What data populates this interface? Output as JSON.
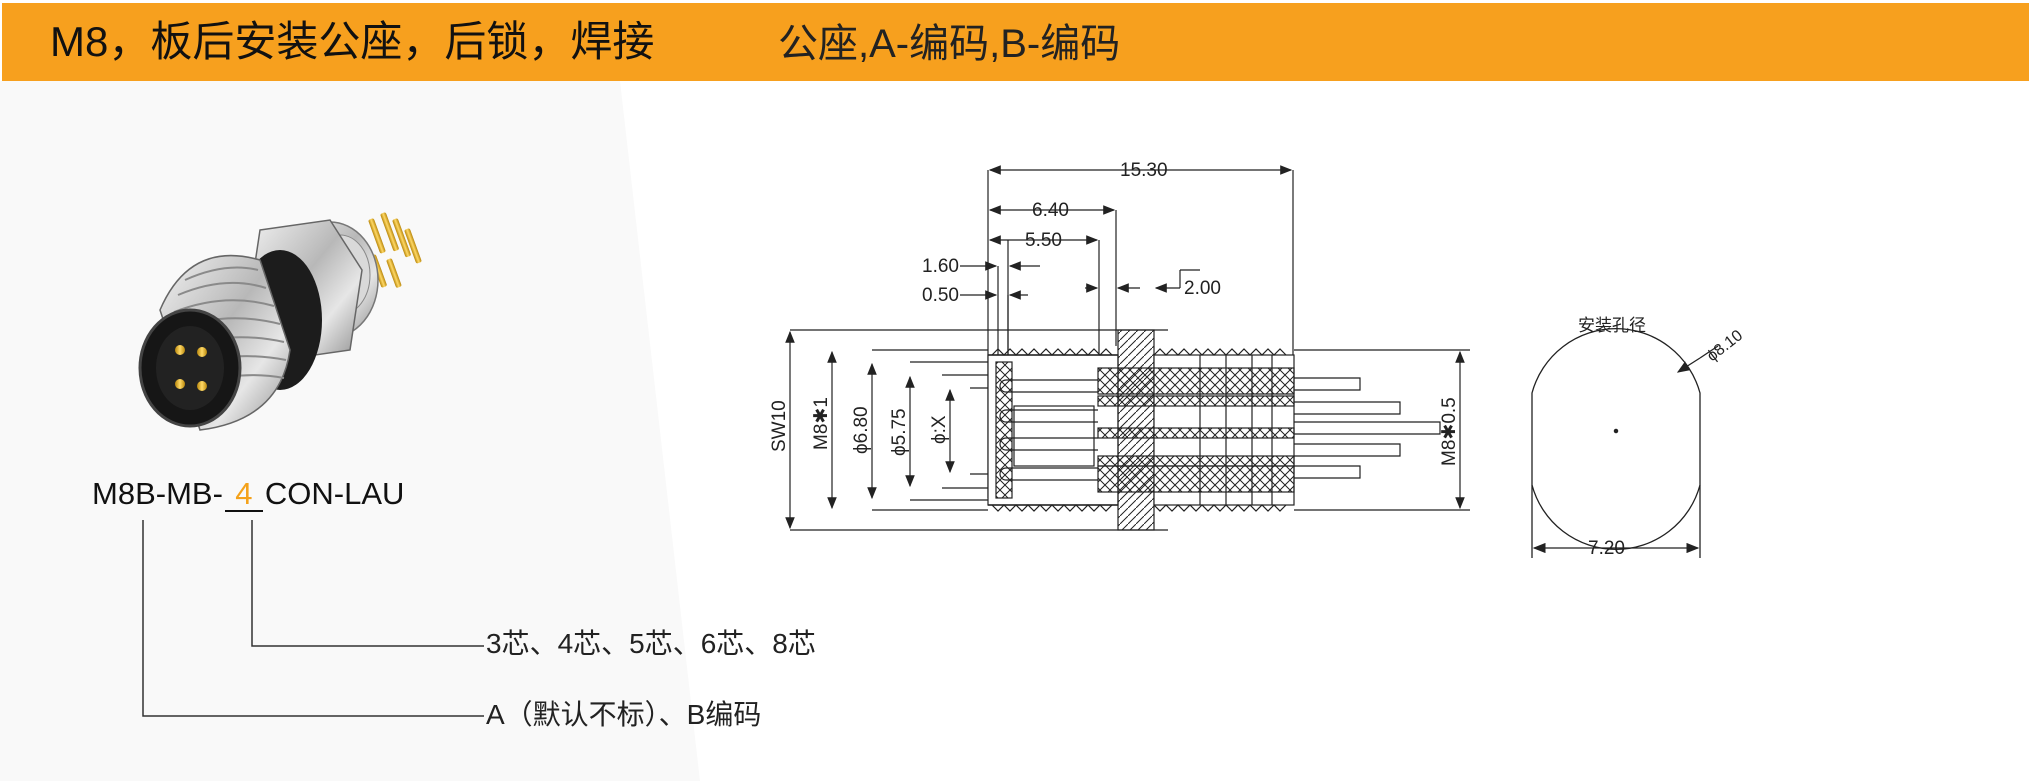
{
  "header": {
    "title": "M8，板后安装公座，后锁，焊接",
    "subtitle": "公座,A-编码,B-编码",
    "color": "#F7A01E"
  },
  "product": {
    "pn_prefix": "M8B-MB-",
    "pn_variable": "4",
    "pn_suffix": "CON-LAU",
    "variable_color": "#F4A21B"
  },
  "options": {
    "cores": "3芯、4芯、5芯、6芯、8芯",
    "coding": "A（默认不标）、B编码"
  },
  "drawing": {
    "dim_overall": "15.30",
    "dim_640": "6.40",
    "dim_550": "5.50",
    "dim_160": "1.60",
    "dim_050": "0.50",
    "dim_200": "2.00",
    "sw10": "SW10",
    "m8x1": "M8✱1",
    "d680": "ϕ6.80",
    "d575": "ϕ5.75",
    "dx": "ϕ:X",
    "m8x05": "M8✱0.5"
  },
  "mounting": {
    "title": "安装孔径",
    "diameter": "ϕ8.10",
    "flat": "7.20"
  }
}
